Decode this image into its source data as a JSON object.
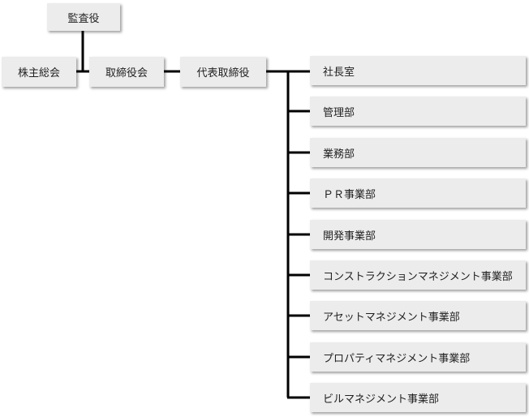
{
  "org_chart": {
    "auditor": "監査役",
    "shareholders": "株主総会",
    "board": "取締役会",
    "ceo": "代表取締役",
    "departments": [
      "社長室",
      "管理部",
      "業務部",
      "ＰＲ事業部",
      "開発事業部",
      "コンストラクションマネジメント事業部",
      "アセットマネジメント事業部",
      "プロパティマネジメント事業部",
      "ビルマネジメント事業部"
    ]
  }
}
